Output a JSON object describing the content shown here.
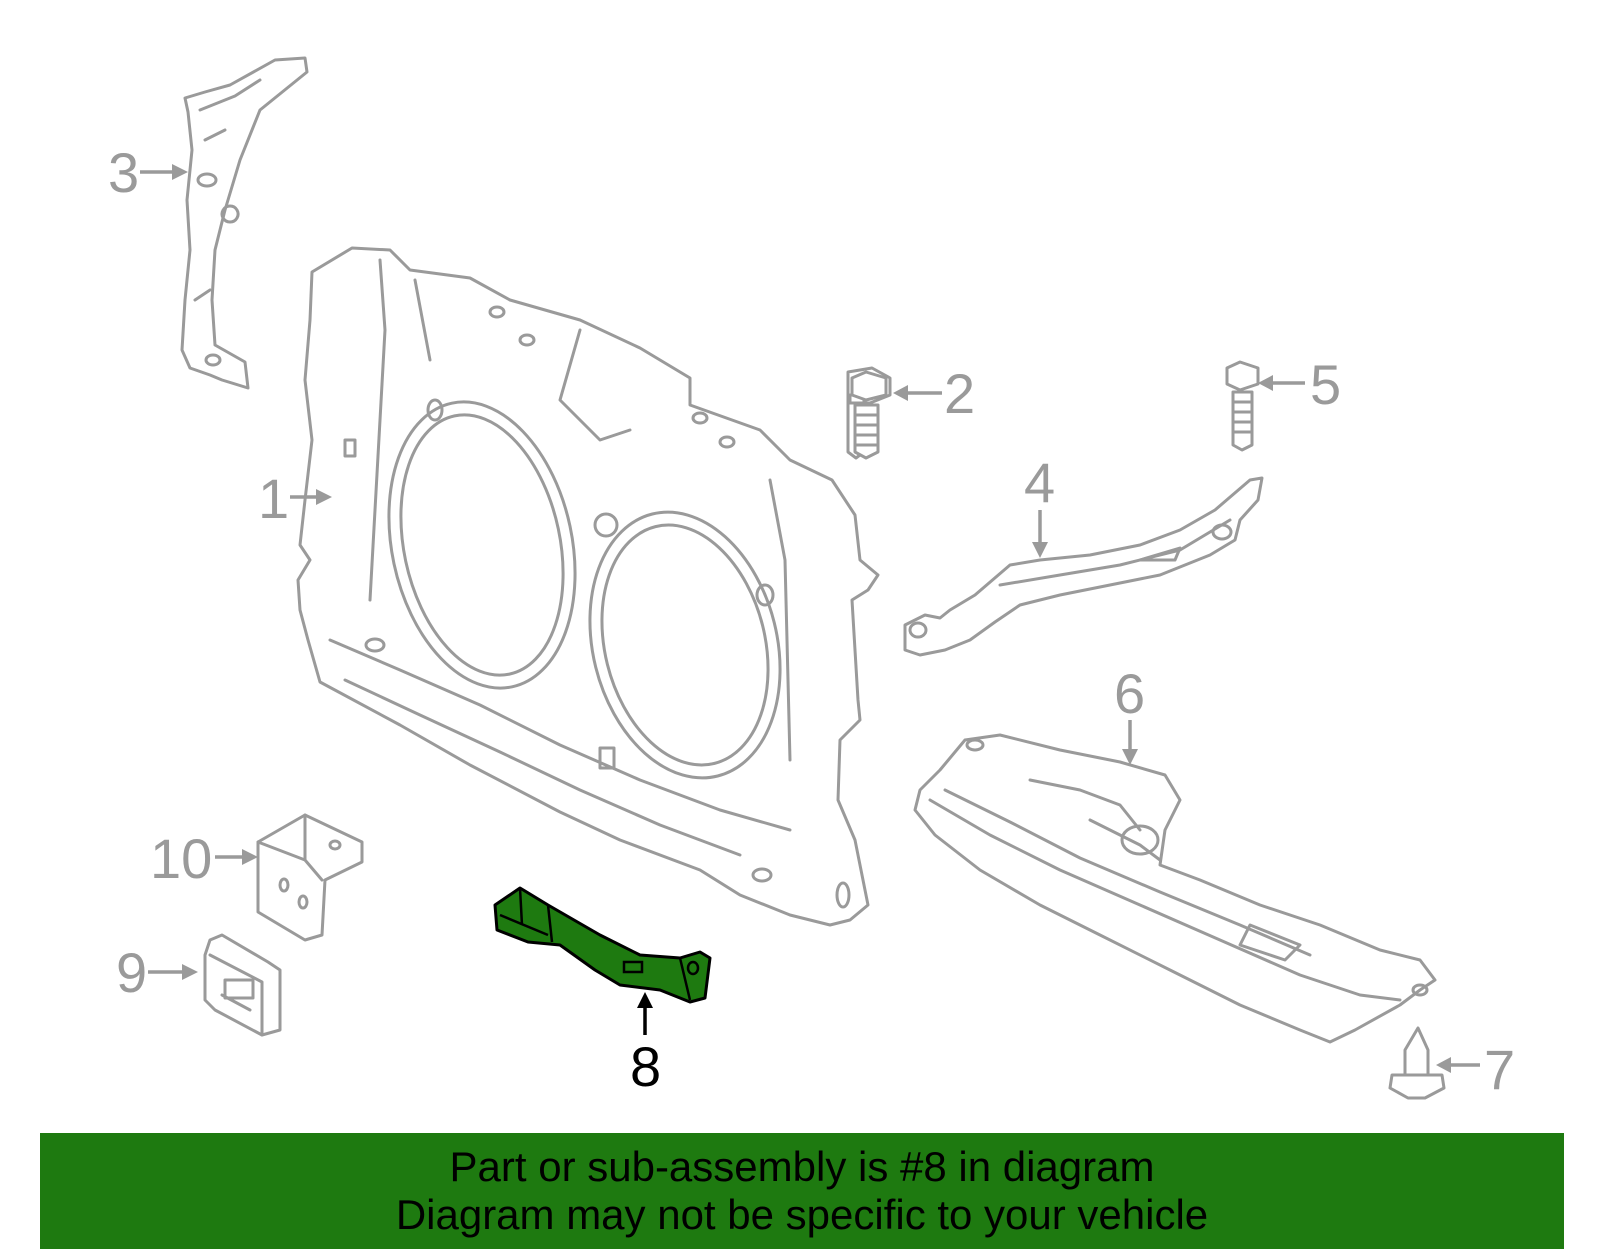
{
  "callouts": {
    "c1": "1",
    "c2": "2",
    "c3": "3",
    "c4": "4",
    "c5": "5",
    "c6": "6",
    "c7": "7",
    "c8": "8",
    "c9": "9",
    "c10": "10"
  },
  "highlighted_part": "8",
  "colors": {
    "highlight": "#1e7a10",
    "line": "#9a9a9a",
    "banner": "#1e7a10"
  },
  "banner": {
    "line1": "Part or sub-assembly is #8 in diagram",
    "line2": "Diagram may not be specific to your vehicle"
  }
}
